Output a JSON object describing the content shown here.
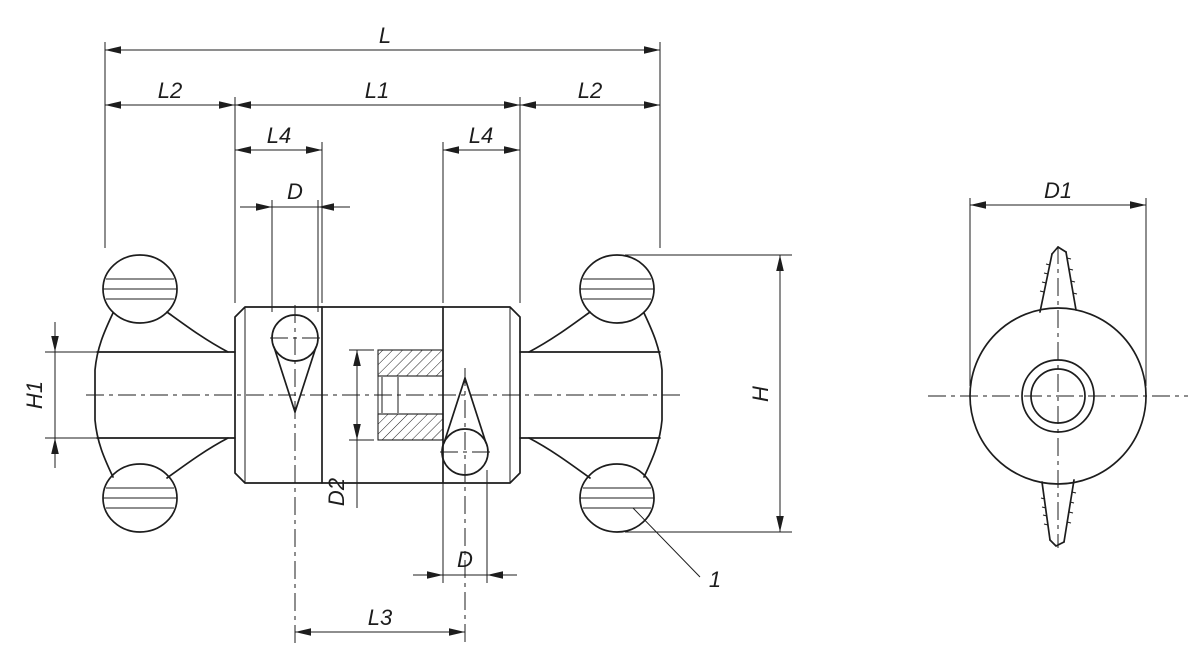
{
  "colors": {
    "line_color": "#1d1d1d",
    "background": "#ffffff"
  },
  "side_view": {
    "dim_L": "L",
    "dim_L1": "L1",
    "dim_L2_left": "L2",
    "dim_L2_right": "L2",
    "dim_L4_left": "L4",
    "dim_L4_right": "L4",
    "dim_D_top": "D",
    "dim_D_bottom": "D",
    "dim_D2": "D2",
    "dim_H": "H",
    "dim_H1": "H1",
    "dim_L3": "L3",
    "callout_1": "1"
  },
  "end_view": {
    "dim_D1": "D1"
  }
}
